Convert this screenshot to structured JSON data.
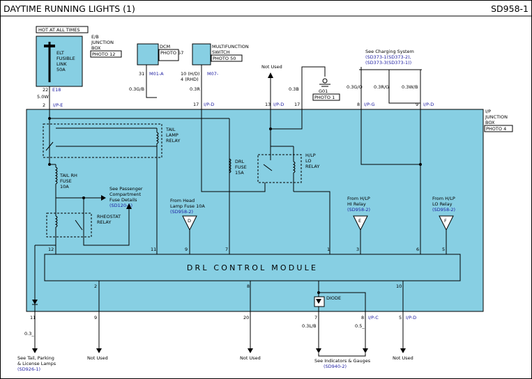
{
  "header": {
    "title": "DAYTIME RUNNING LIGHTS (1)",
    "code": "SD958-1"
  },
  "hot_at_all_times": "HOT AT ALL TIMES",
  "ij_box": {
    "l1": "I/P",
    "l2": "JUNCTION",
    "l3": "BOX",
    "photo": "PHOTO 4"
  },
  "fusible_link": {
    "l1": "ELT",
    "l2": "FUSIBLE",
    "l3": "LINK",
    "l4": "50A"
  },
  "eb_junction": {
    "l1": "E/B",
    "l2": "JUNCTION",
    "l3": "BOX",
    "photo": "PHOTO 12"
  },
  "dcm": {
    "label": "DCM",
    "photo": "PHOTO 57",
    "pin": "31",
    "conn": "M01-A",
    "wire": "0.3G/B"
  },
  "mfs": {
    "l1": "MULTIFUNCTION",
    "l2": "SWITCH",
    "photo": "PHOTO 50",
    "pin": "10 (H/D)",
    "pin2": "4 (RHD)",
    "conn": "M07-",
    "wire": "0.3R"
  },
  "not_used_top": "Not Used",
  "ground": {
    "label": "G01",
    "photo": "PHOTO 1",
    "wire": "0.3B"
  },
  "charging": {
    "l1": "See Charging System",
    "l2": "(SD373-1(SD373-2),",
    "l3": "(SD373-3(SD373-1))"
  },
  "top_wires": {
    "w1": "0.3G/O",
    "w2": "0.3R/G",
    "w3": "0.3W/B",
    "left": "5.0W",
    "left_pin": "22",
    "left_conn": "E18"
  },
  "top_pins": {
    "p2": "2",
    "c2": "I/P-E",
    "p13": "13",
    "c13": "I/P-D",
    "p17": "17",
    "c17": "I/P-D",
    "p8": "8",
    "c8": "I/P-G",
    "p9": "9",
    "c9": "I/P-D"
  },
  "tail_relay": {
    "l1": "TAIL",
    "l2": "LAMP",
    "l3": "RELAY"
  },
  "drl_fuse": {
    "l1": "DRL",
    "l2": "FUSE",
    "l3": "15A"
  },
  "hlp_relay": {
    "l1": "H/LP",
    "l2": "LO",
    "l3": "RELAY"
  },
  "tail_fuse": {
    "l1": "TAIL RH",
    "l2": "FUSE",
    "l3": "10A"
  },
  "passenger": {
    "l1": "See Passenger",
    "l2": "Compartment",
    "l3": "Fuse Details",
    "l4": "(SD120-5)"
  },
  "rheostat_relay": {
    "l1": "RHEOSTAT",
    "l2": "RELAY"
  },
  "from_head": {
    "l1": "From Head",
    "l2": "Lamp Fuse 10A",
    "l3": "(SD958-2)",
    "letter": "D"
  },
  "from_hi": {
    "l1": "From H/LP",
    "l2": "HI Relay",
    "l3": "(SD958-2)",
    "letter": "E"
  },
  "from_lo": {
    "l1": "From H/LP",
    "l2": "LO Relay",
    "l3": "(SD958-2)",
    "letter": "F"
  },
  "module_top_pins": [
    "12",
    "11",
    "9",
    "7",
    "1",
    "3",
    "6",
    "5"
  ],
  "module": "DRL CONTROL MODULE",
  "module_bot_pins": [
    "2",
    "8",
    "10"
  ],
  "diode": "DIODE",
  "bottom_pins": {
    "p11": "11",
    "p9": "9",
    "p20": "20",
    "p7": "7",
    "p8": "8",
    "c8": "I/P-C",
    "p5": "5",
    "c5": "I/P-D"
  },
  "bottom_wires": {
    "w11": "0.3_",
    "w7": "0.3L/B",
    "w8": "0.5_"
  },
  "tail_parking": {
    "l1": "See Tail, Parking",
    "l2": "& License Lamps",
    "l3": "(SD926-1)"
  },
  "not_used": "Not Used",
  "indicators": {
    "l1": "See Indicators & Gauges",
    "l2": "(SD940-2)"
  }
}
